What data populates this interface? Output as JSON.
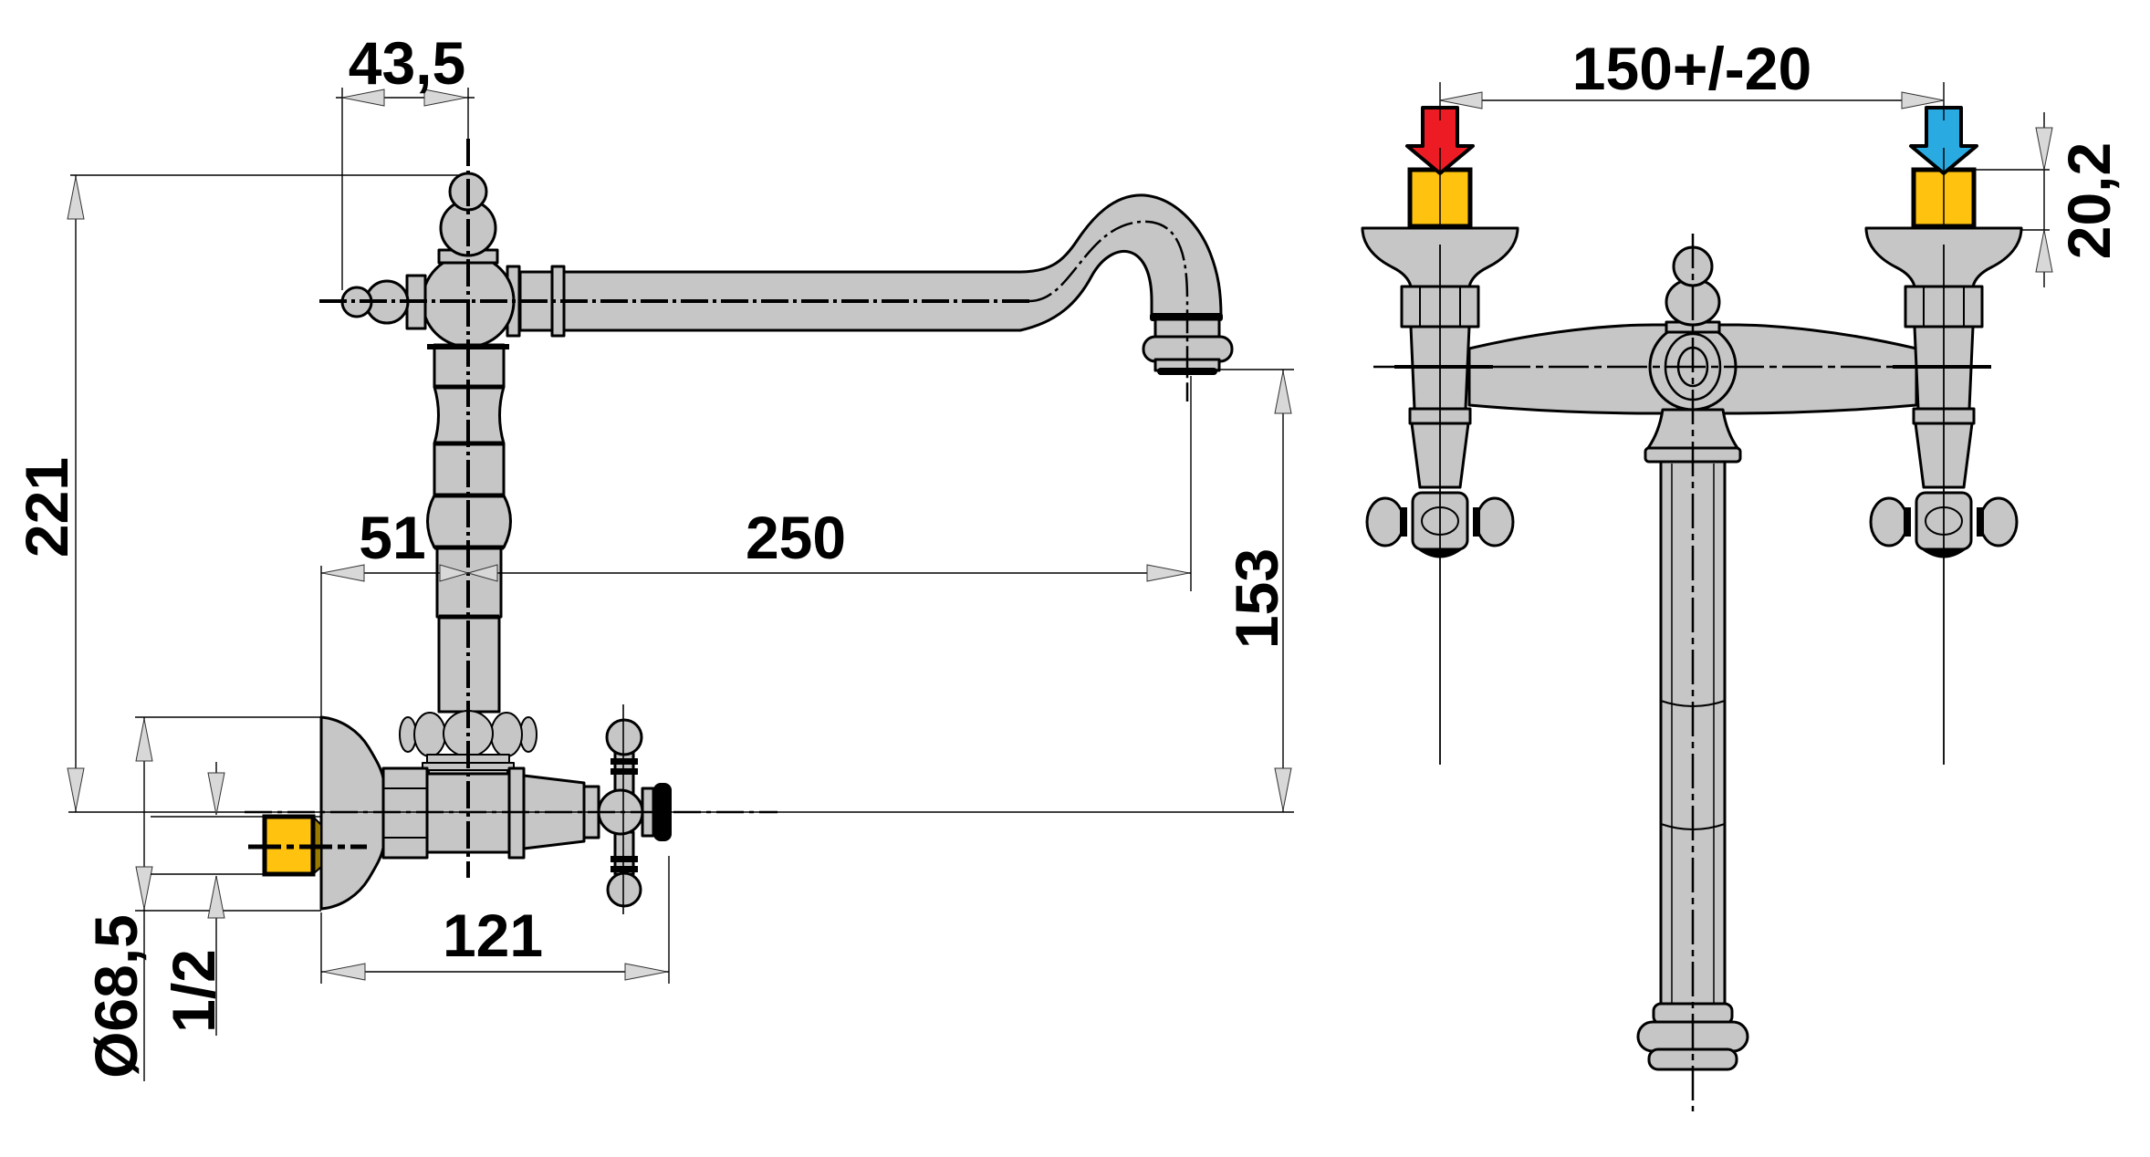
{
  "drawing": {
    "type": "technical-dimension-drawing",
    "subject": "wall-mounted two-handle kitchen faucet with swan-neck swivel spout",
    "views": [
      "side-view",
      "front-view"
    ]
  },
  "views": {
    "side": {
      "dims": {
        "top_offset": "43,5",
        "overall_height": "221",
        "center_offset": "51",
        "spout_reach": "250",
        "spout_drop": "153",
        "body_depth": "121",
        "flange_diameter": "Ø68,5",
        "thread_size": "1/2"
      }
    },
    "front": {
      "dims": {
        "inlet_spacing": "150+/-20",
        "square_height": "20,2"
      },
      "icons": {
        "hot": "hot-water-arrow",
        "cold": "cold-water-arrow"
      }
    }
  },
  "colors": {
    "metal": "#c6c6c6",
    "brass": "#ffc20e",
    "brass-dark": "#9a7b00",
    "hot": "#ed1c24",
    "cold": "#29abe2",
    "outline": "#000000"
  }
}
